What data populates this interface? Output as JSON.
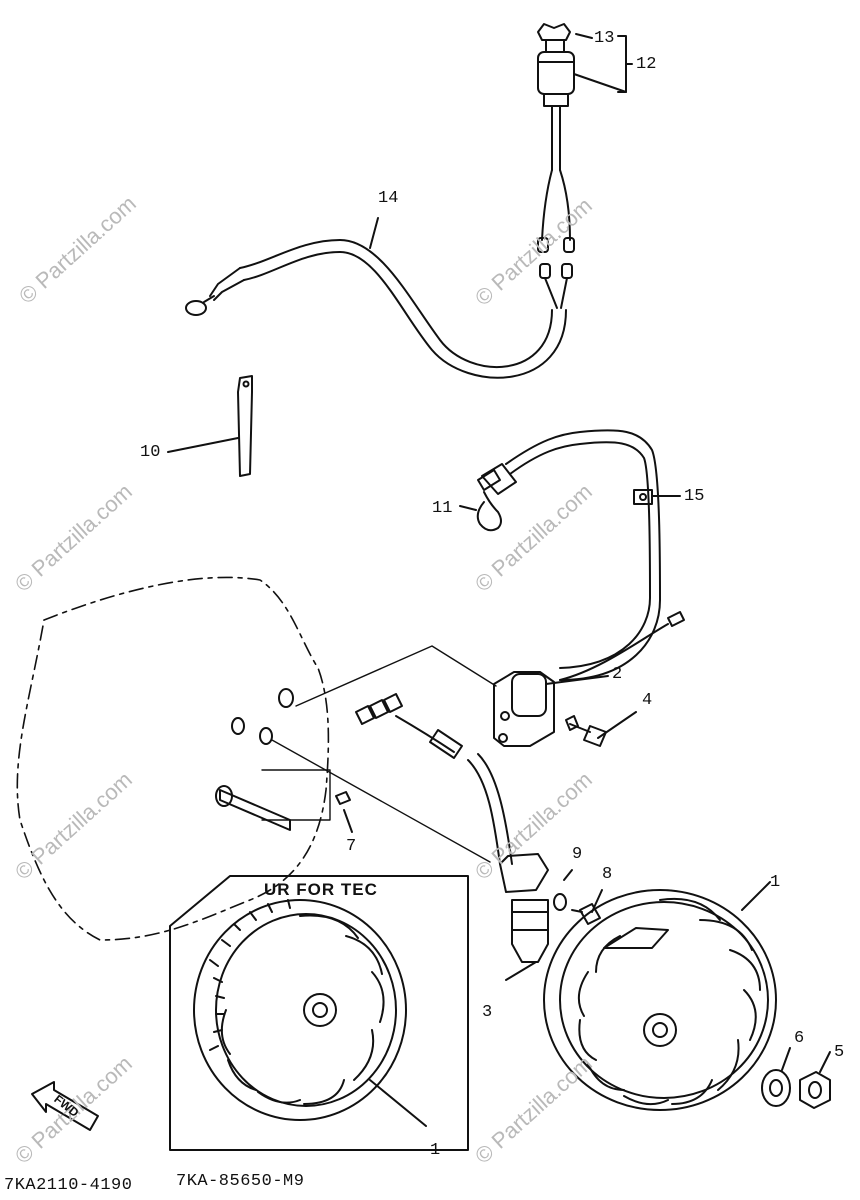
{
  "watermarks": [
    "© Partzilla.com",
    "© Partzilla.com",
    "© Partzilla.com",
    "© Partzilla.com",
    "© Partzilla.com",
    "© Partzilla.com",
    "© Partzilla.com",
    "© Partzilla.com"
  ],
  "callouts": {
    "c1": "1",
    "c1b": "1",
    "c2": "2",
    "c3": "3",
    "c4": "4",
    "c5": "5",
    "c6": "6",
    "c7": "7",
    "c8": "8",
    "c9": "9",
    "c10": "10",
    "c11": "11",
    "c12": "12",
    "c13": "13",
    "c14": "14",
    "c15": "15"
  },
  "inset": {
    "title": "UR FOR TEC",
    "part_number": "7KA-85650-M9"
  },
  "diagram_code": "7KA2110-4190",
  "fwd_label": "FWD"
}
